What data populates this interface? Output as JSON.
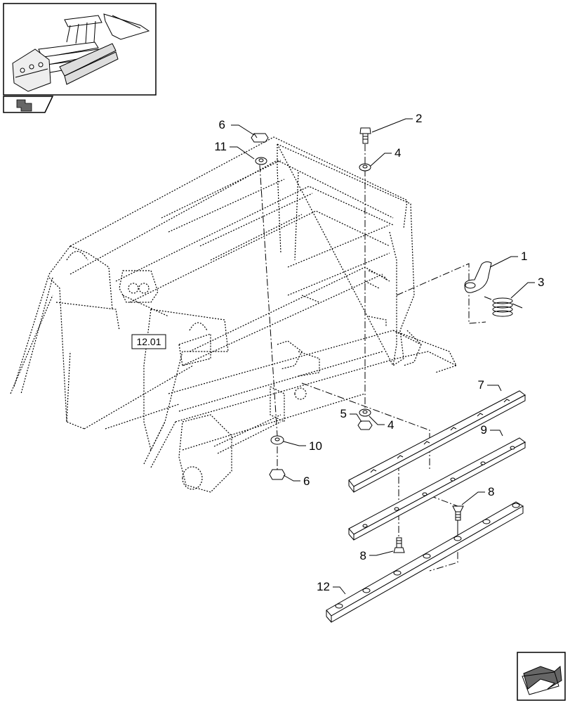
{
  "colors": {
    "ink": "#000000",
    "background": "#ffffff"
  },
  "reference_box": {
    "label": "12.01"
  },
  "callouts": {
    "c1": "1",
    "c2": "2",
    "c3": "3",
    "c4a": "4",
    "c4b": "4",
    "c5": "5",
    "c6a": "6",
    "c6b": "6",
    "c7": "7",
    "c8a": "8",
    "c8b": "8",
    "c9": "9",
    "c10": "10",
    "c11": "11",
    "c12": "12"
  },
  "icons": {
    "thumbnail": "assembly-thumbnail-icon",
    "back_arrow": "return-arrow-icon",
    "next_page": "next-page-arrow-icon"
  }
}
